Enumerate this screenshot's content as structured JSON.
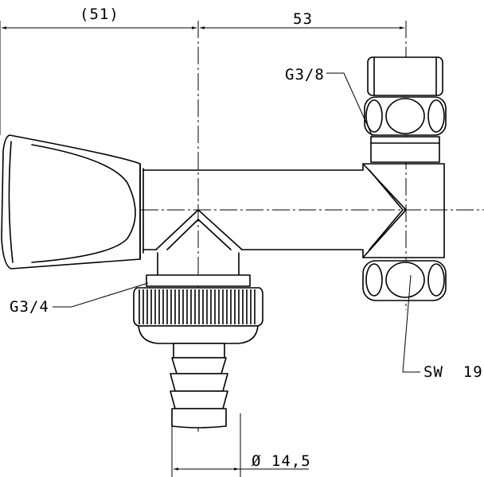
{
  "dimensions": {
    "top_left": "(51)",
    "top_right": "53",
    "bottom": "Ø 14,5"
  },
  "callouts": {
    "top_outlet_thread": "G3/8",
    "inlet_thread": "G3/4",
    "wrench_size": "SW  19"
  },
  "colors": {
    "line": "#000000",
    "background": "#ffffff"
  }
}
